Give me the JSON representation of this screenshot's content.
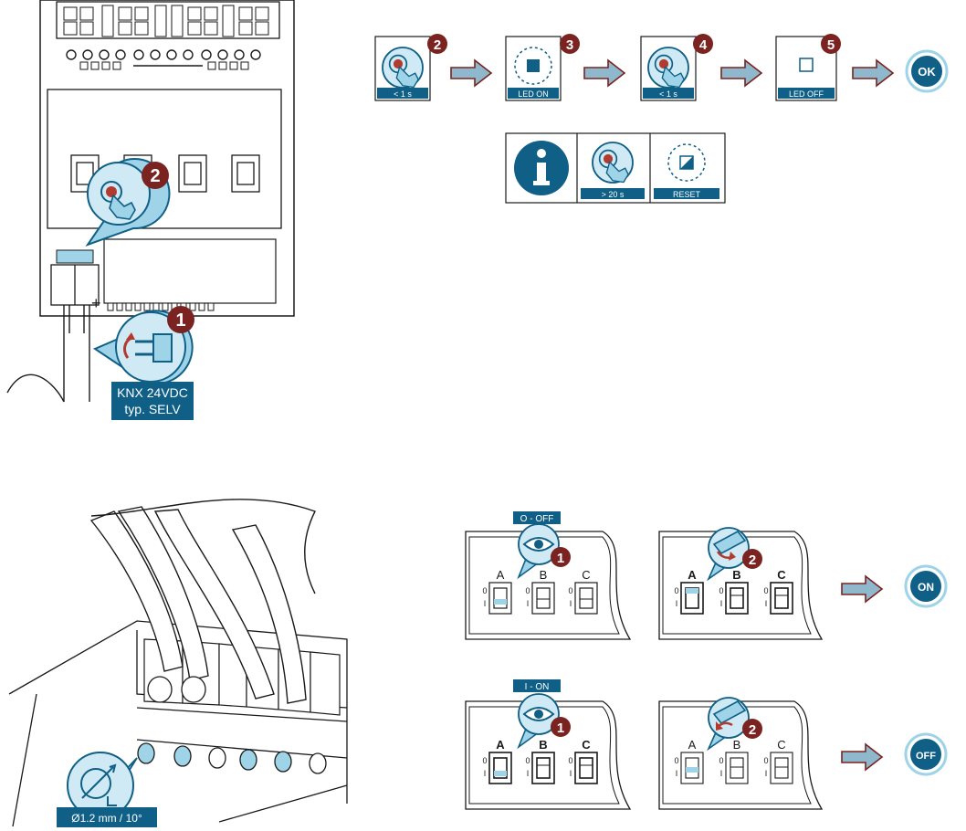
{
  "colors": {
    "blue": "#0f5f86",
    "light_blue": "#9fd4e8",
    "pale_blue": "#cfeaf4",
    "dark_red": "#7a2320",
    "red": "#b23a2e",
    "arrow_fill": "#8fb8cc",
    "line": "#1a1a1a",
    "gray": "#cccccc"
  },
  "device": {
    "badge_2": "2",
    "badge_1": "1",
    "power_label_line1": "KNX 24VDC",
    "power_label_line2": "typ. SELV",
    "plus_sign": "+"
  },
  "sequence": {
    "steps": [
      {
        "badge": "2",
        "caption": "< 1 s",
        "icon": "press-finger-icon"
      },
      {
        "badge": "3",
        "caption": "LED ON",
        "icon": "led-on-icon"
      },
      {
        "badge": "4",
        "caption": "< 1 s",
        "icon": "press-finger-icon"
      },
      {
        "badge": "5",
        "caption": "LED OFF",
        "icon": "led-off-icon"
      }
    ],
    "end_label": "OK"
  },
  "reset": {
    "press_caption": "> 20 s",
    "reset_caption": "RESET",
    "info_icon": "info-icon"
  },
  "wiring": {
    "spec_label": "Ø1.2 mm / 10°"
  },
  "switches": {
    "labels": [
      "A",
      "B",
      "C"
    ],
    "pos_0": "0",
    "pos_1": "I",
    "row_on": {
      "tag": "O - OFF",
      "badge_look": "1",
      "badge_flip": "2",
      "result": "ON"
    },
    "row_off": {
      "tag": "I - ON",
      "badge_look": "1",
      "badge_flip": "2",
      "result": "OFF"
    }
  }
}
